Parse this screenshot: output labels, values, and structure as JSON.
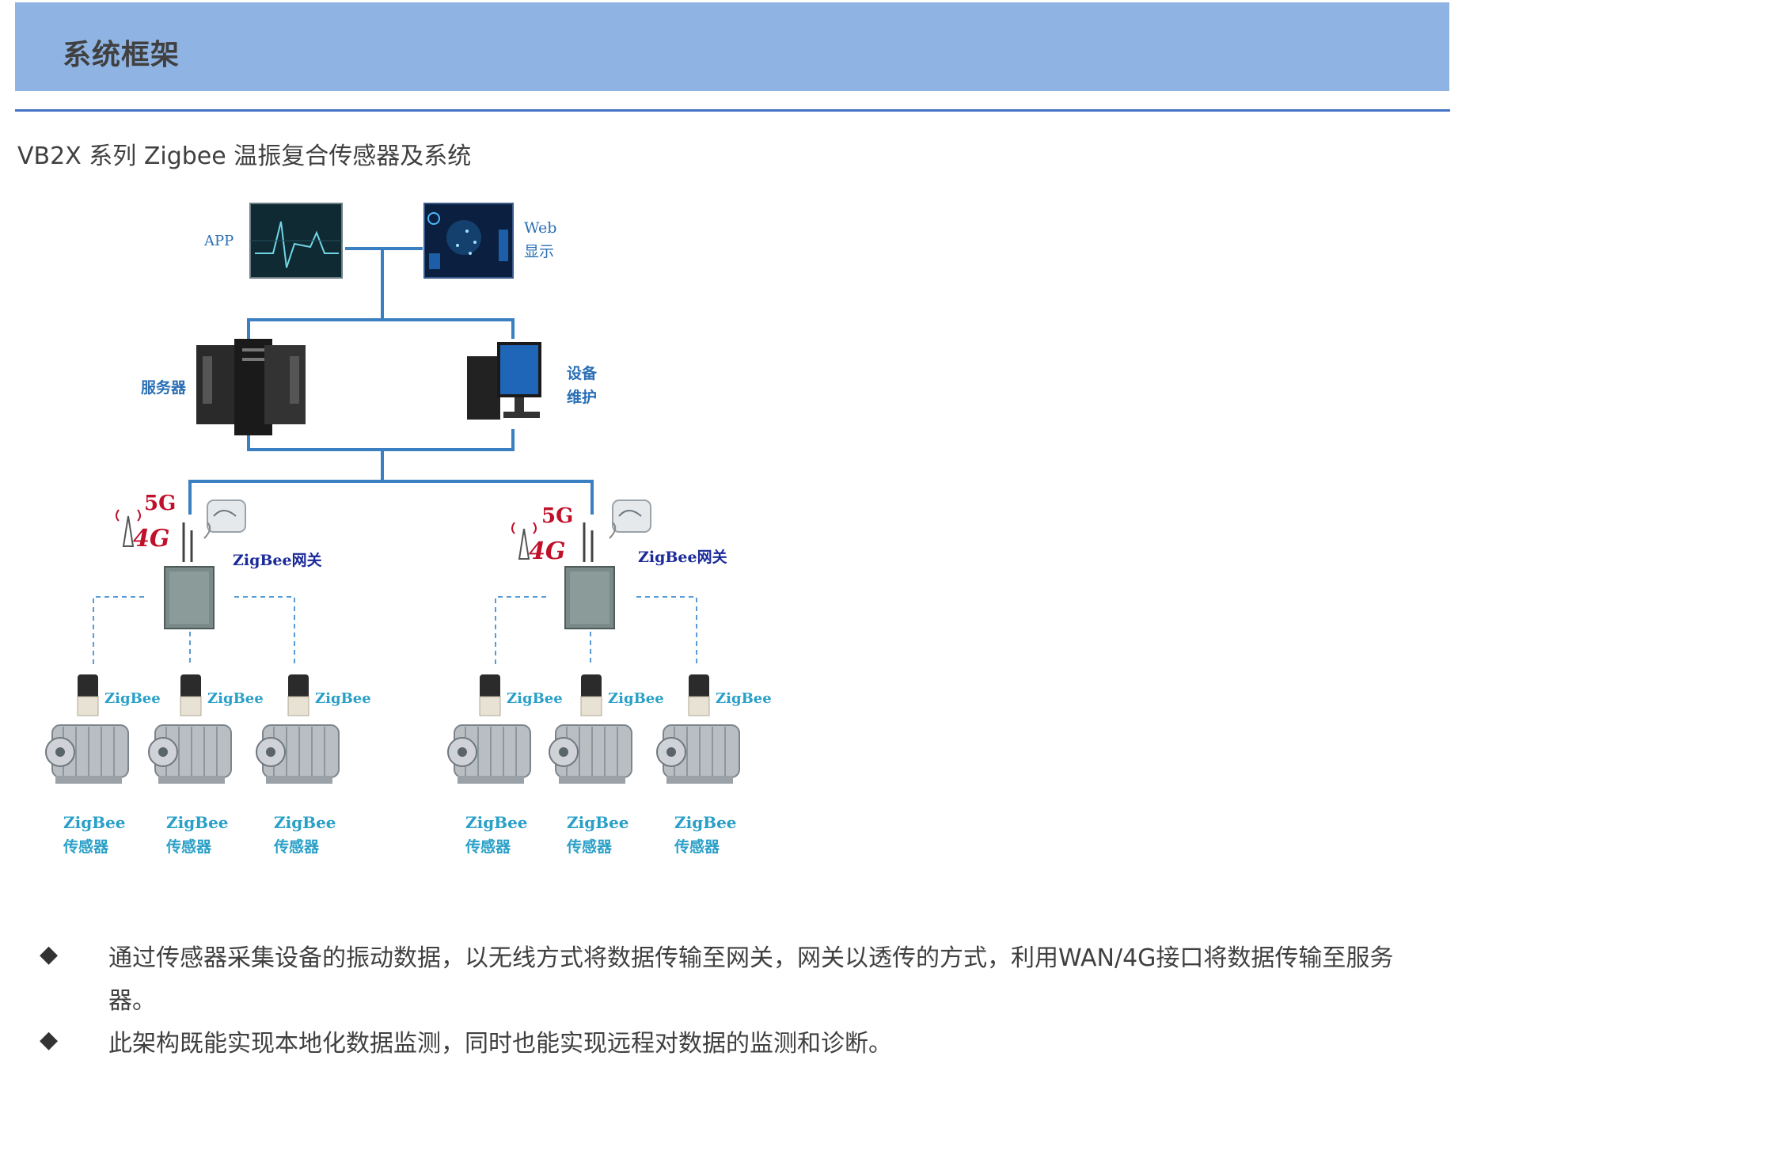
{
  "header": {
    "title": "系统框架"
  },
  "subtitle": "VB2X 系列 Zigbee 温振复合传感器及系统",
  "diagram": {
    "app_label": "APP",
    "web_label_1": "Web",
    "web_label_2": "显示",
    "server_label": "服务器",
    "maint_label_1": "设备",
    "maint_label_2": "维护",
    "net_5g": "5G",
    "net_4g": "4G",
    "gateway_label": "ZigBee网关",
    "sensor_top_label": "ZigBee",
    "sensor_bottom_line1": "ZigBee",
    "sensor_bottom_line2": "传感器",
    "colors": {
      "line": "#3a7fc1",
      "dashed": "#5a9bd5",
      "label": "#2aa0c8",
      "net": "#c0102a"
    }
  },
  "bullets": [
    "通过传感器采集设备的振动数据，以无线方式将数据传输至网关，网关以透传的方式，利用WAN/4G接口将数据传输至服务器。",
    "此架构既能实现本地化数据监测，同时也能实现远程对数据的监测和诊断。"
  ],
  "bullet_icon": "◆"
}
